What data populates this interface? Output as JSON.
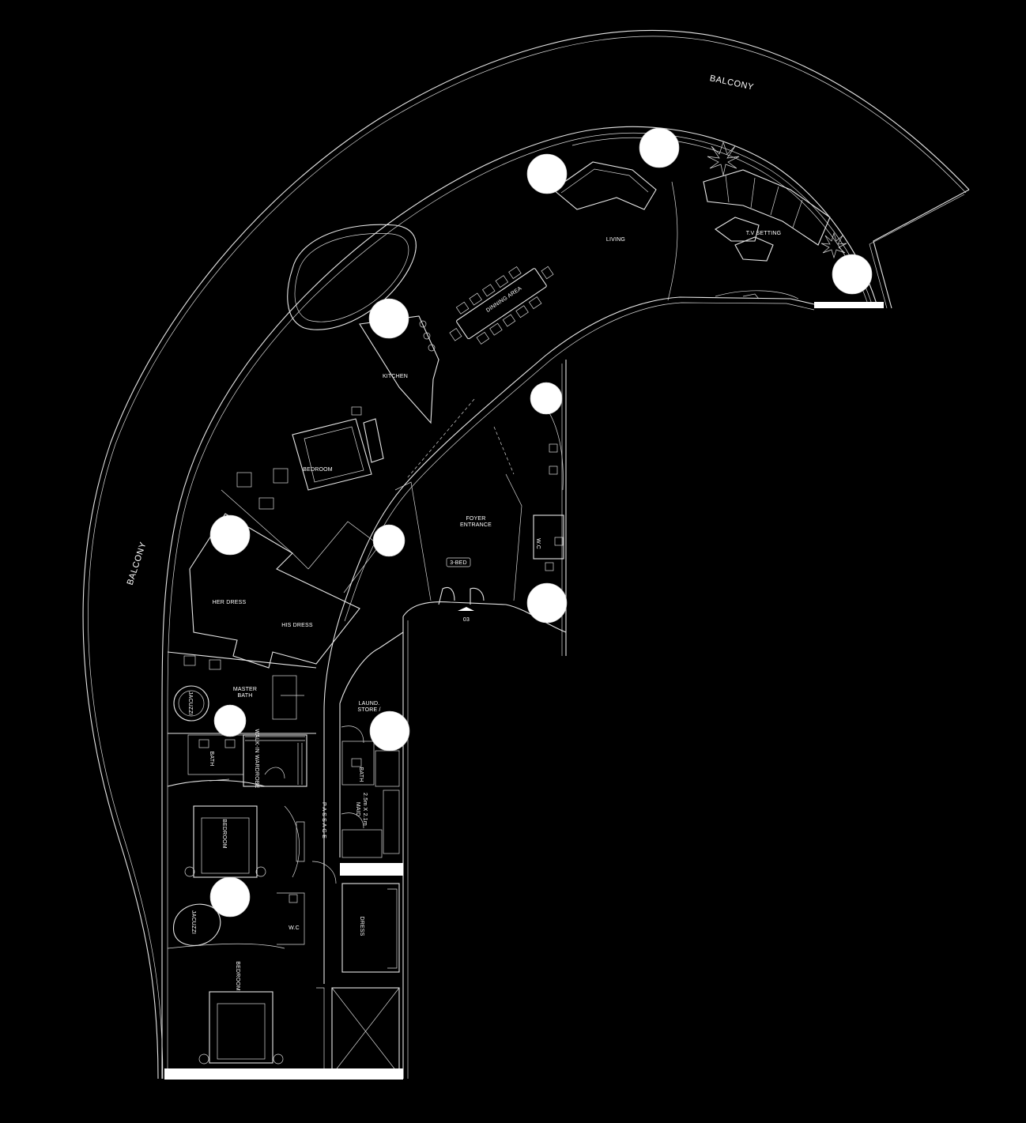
{
  "plan": {
    "colors": {
      "background": "#000000",
      "lines": "#e6e6e6",
      "markers": "#ffffff"
    },
    "labels": {
      "balcony_top": "BALCONY",
      "balcony_left": "BALCONY",
      "living": "LIVING",
      "tv_setting": "T.V SETTING",
      "dinning_area": "DINNING AREA",
      "kitchen": "KITCHEN",
      "bedroom_1": "BEDROOM",
      "foyer_line1": "FOYER",
      "foyer_line2": "ENTRANCE",
      "bed_tag": "3-BED",
      "entry_number": "03",
      "her_dress": "HER DRESS",
      "his_dress": "HIS DRESS",
      "master_line1": "MASTER",
      "master_line2": "BATH",
      "jacuzzi_1": "JACUZZI",
      "bath_1": "BATH",
      "walk_in_wardrobe": "WALK-IN WARDROBE",
      "laund_line1": "LAUND.",
      "laund_line2": "STORE /",
      "bath_2": "BATH",
      "maid_line1": "MAID",
      "maid_line2": "2.5m X 2.1m",
      "passage": "P A S S A G E",
      "bedroom_2": "BEDROOM",
      "jacuzzi_2": "JACUZZI",
      "wc_1": "W.C",
      "wc_2": "W.C",
      "dress": "DRESS",
      "bedroom_3": "BEDROOM"
    }
  }
}
